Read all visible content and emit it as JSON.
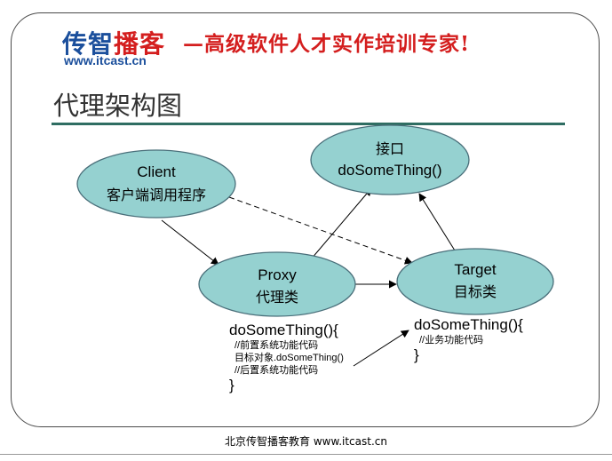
{
  "header": {
    "logo_part1": "传智",
    "logo_part2": "播客",
    "logo_url": "www.itcast.cn",
    "slogan": "—高级软件人才实作培训专家!"
  },
  "slide": {
    "title": "代理架构图"
  },
  "nodes": {
    "client": {
      "line1": "Client",
      "line2": "客户端调用程序"
    },
    "interface": {
      "line1": "接口",
      "line2": "doSomeThing()"
    },
    "proxy": {
      "line1": "Proxy",
      "line2": "代理类"
    },
    "target": {
      "line1": "Target",
      "line2": "目标类"
    }
  },
  "proxy_code": {
    "signature": "doSomeThing(){",
    "line1": "//前置系统功能代码",
    "line2": "目标对象.doSomeThing()",
    "line3": "//后置系统功能代码",
    "close": "}"
  },
  "target_code": {
    "signature": "doSomeThing(){",
    "line1": "//业务功能代码",
    "close": "}"
  },
  "footer": {
    "text": "北京传智播客教育 www.itcast.cn"
  },
  "colors": {
    "node_fill": "#95d1d0",
    "node_stroke": "#4a6f7a",
    "title_rule": "#2f6d62",
    "brand_blue": "#1b4f9c",
    "brand_red": "#d41e1e"
  }
}
